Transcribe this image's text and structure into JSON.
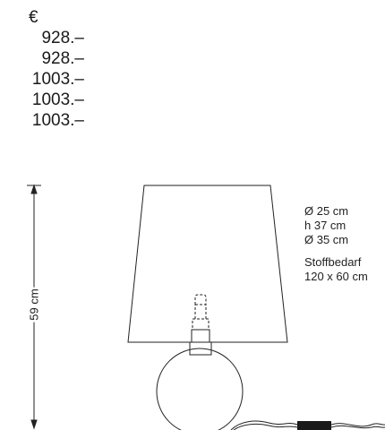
{
  "prices": {
    "currency": "€",
    "values": [
      "928.–",
      "928.–",
      "1003.–",
      "1003.–",
      "1003.–"
    ]
  },
  "specs": {
    "shade_top_diameter": "Ø 25 cm",
    "shade_height": "h 37 cm",
    "shade_bottom_diameter": "Ø 35 cm",
    "fabric_label": "Stoffbedarf",
    "fabric_size": "120 x 60 cm"
  },
  "dimension": {
    "total_height": "59 cm"
  }
}
